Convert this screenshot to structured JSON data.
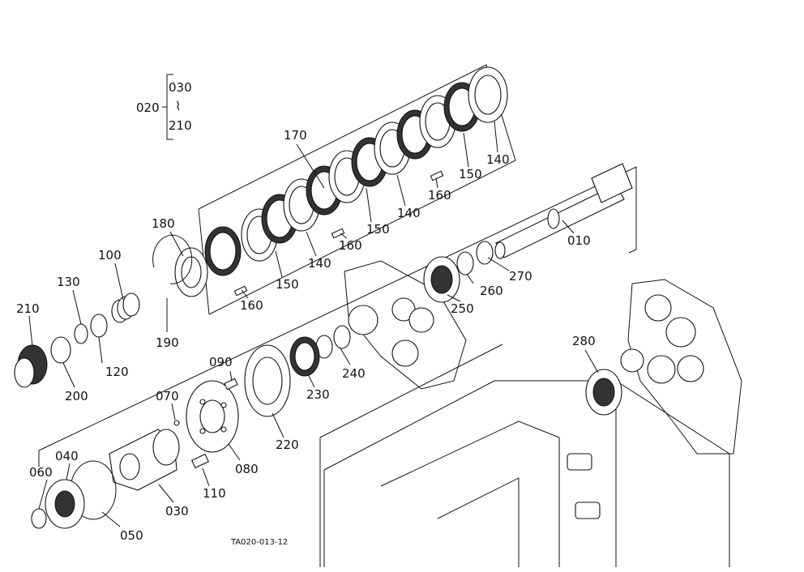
{
  "diagram": {
    "labels": {
      "020": "020",
      "030_top": "030",
      "tilde": "⌇",
      "210_top": "210",
      "170": "170",
      "180": "180",
      "100": "100",
      "130": "130",
      "210": "210",
      "120": "120",
      "200": "200",
      "190": "190",
      "160_a": "160",
      "150_a": "150",
      "140_a": "140",
      "160_b": "160",
      "150_b": "150",
      "140_b": "140",
      "160_c": "160",
      "150_c": "150",
      "140_c": "140",
      "010": "010",
      "270": "270",
      "260": "260",
      "250": "250",
      "280": "280",
      "240": "240",
      "230": "230",
      "220": "220",
      "090": "090",
      "070": "070",
      "080": "080",
      "110": "110",
      "060": "060",
      "040": "040",
      "050": "050",
      "030": "030"
    },
    "figure_code": "TA020-013-12"
  }
}
